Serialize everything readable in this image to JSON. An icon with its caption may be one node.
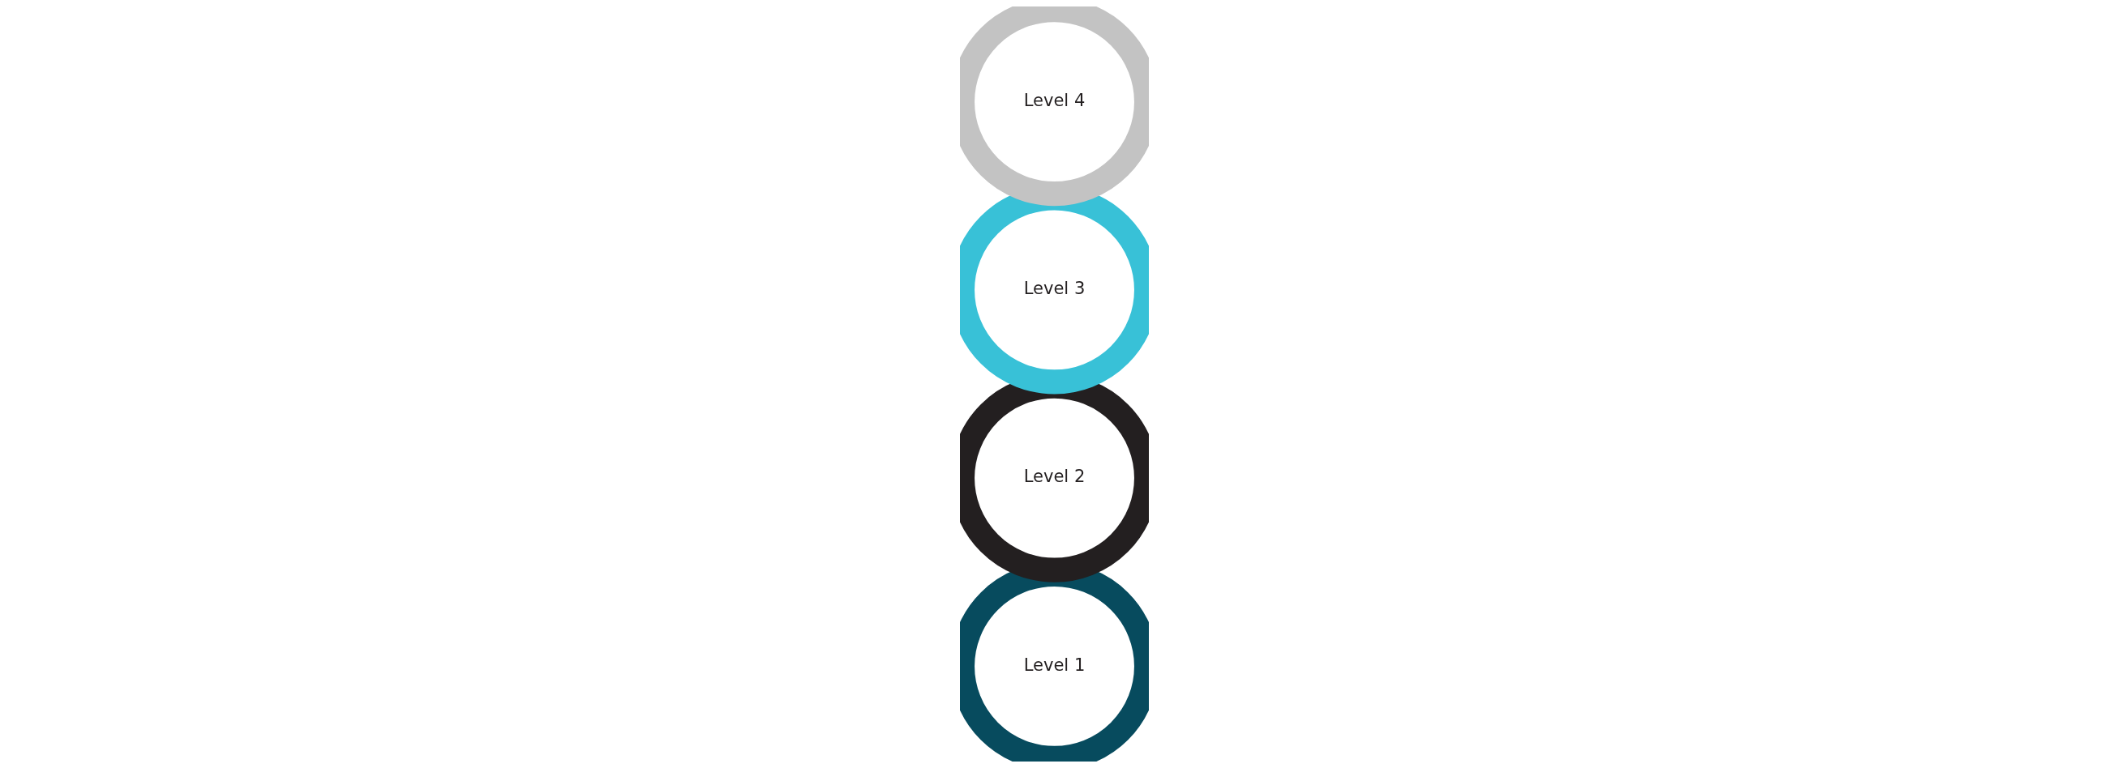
{
  "diagram": {
    "nodes": [
      {
        "text": [
          "Level 1"
        ]
      },
      {
        "text": [
          "Level 2"
        ]
      },
      {
        "text": [
          "Level 3"
        ]
      },
      {
        "text": [
          "Level 4"
        ]
      }
    ]
  }
}
